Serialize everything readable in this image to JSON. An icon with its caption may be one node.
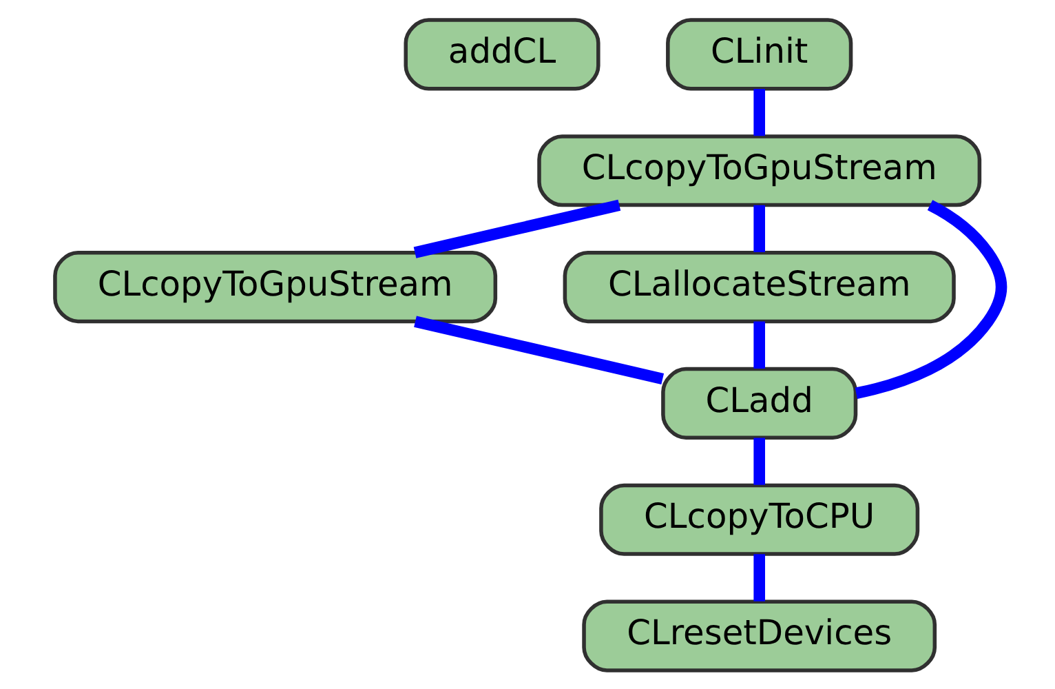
{
  "diagram": {
    "nodes": [
      {
        "text": [
          "addCL"
        ]
      },
      {
        "text": [
          "CLinit"
        ]
      },
      {
        "text": [
          "CLcopyToGpuStream"
        ]
      },
      {
        "text": [
          "CLcopyToGpuStream"
        ]
      },
      {
        "text": [
          "CLallocateStream"
        ]
      },
      {
        "text": [
          "CLadd"
        ]
      },
      {
        "text": [
          "CLcopyToCPU"
        ]
      },
      {
        "text": [
          "CLresetDevices"
        ]
      }
    ],
    "edges": [
      {
        "from": 1,
        "to": 2,
        "arrow": "none"
      },
      {
        "from": 2,
        "to": 3,
        "arrow": "none"
      },
      {
        "from": 2,
        "to": 4,
        "arrow": "none"
      },
      {
        "from": 2,
        "to": 5,
        "arrow": "none"
      },
      {
        "from": 3,
        "to": 5,
        "arrow": "none"
      },
      {
        "from": 4,
        "to": 5,
        "arrow": "none"
      },
      {
        "from": 5,
        "to": 6,
        "arrow": "none"
      },
      {
        "from": 6,
        "to": 7,
        "arrow": "none"
      }
    ]
  }
}
